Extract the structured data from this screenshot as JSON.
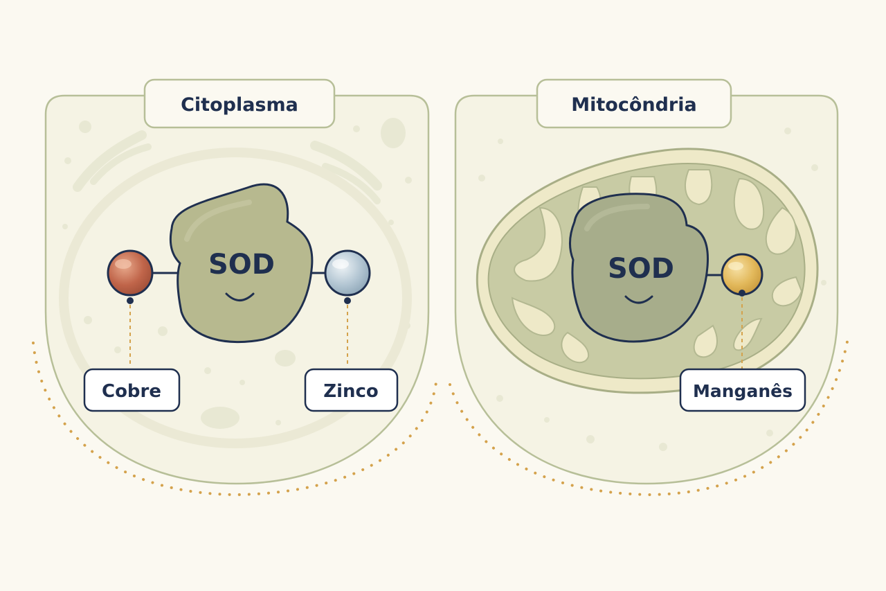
{
  "panels": {
    "cytoplasm": {
      "title": "Citoplasma",
      "enzyme": "SOD",
      "metals": [
        {
          "label": "Cobre",
          "color": "#c0654a"
        },
        {
          "label": "Zinco",
          "color": "#a9bfcf"
        }
      ]
    },
    "mitochondria": {
      "title": "Mitocôndria",
      "enzyme": "SOD",
      "metals": [
        {
          "label": "Manganês",
          "color": "#e2b85a"
        }
      ]
    }
  },
  "colors": {
    "background": "#fbf9f1",
    "panel_stroke": "#b7bf98",
    "enzyme_fill": "#b7b98f",
    "outline": "#1f2f4f",
    "dots": "#d4a24c"
  }
}
